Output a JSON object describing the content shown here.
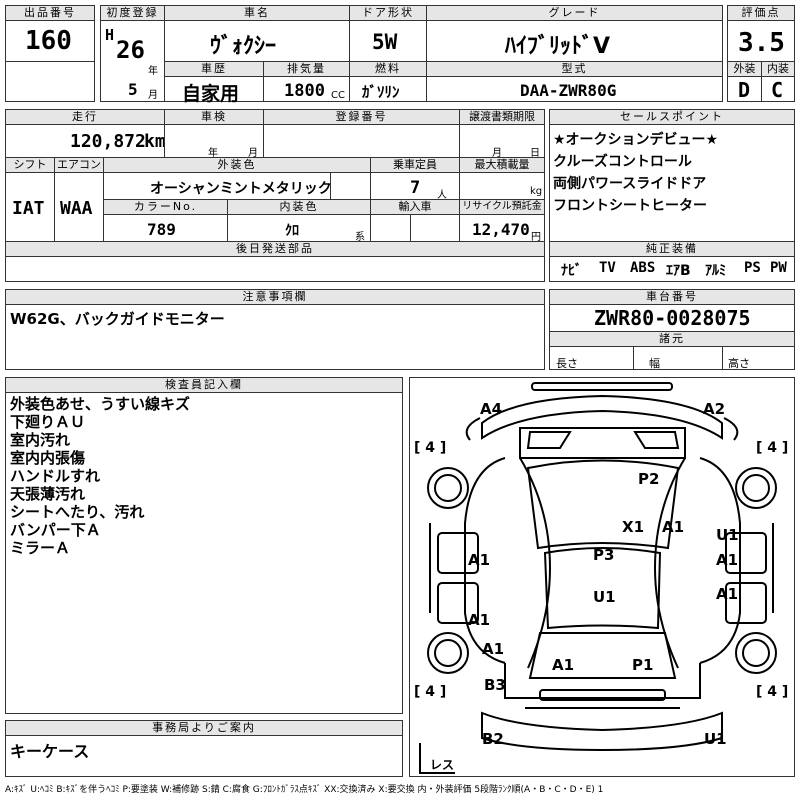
{
  "header": {
    "lot_label": "出品番号",
    "lot_no": "160",
    "first_reg_label": "初度登録",
    "era": "H",
    "year": "26",
    "year_unit": "年",
    "month": "5",
    "month_unit": "月",
    "car_name_label": "車名",
    "car_name": "ｳﾞｫｸｼｰ",
    "history_label": "車歴",
    "history": "自家用",
    "displacement_label": "排気量",
    "displacement": "1800",
    "displacement_unit": "CC",
    "door_label": "ドア形状",
    "door": "5W",
    "fuel_label": "燃料",
    "fuel": "ｶﾞｿﾘﾝ",
    "grade_label": "グレード",
    "grade": "ﾊｲﾌﾞﾘｯﾄﾞV",
    "model_label": "型式",
    "model": "DAA-ZWR80G",
    "score_label": "評価点",
    "score": "3.5",
    "ext_label": "外装",
    "ext": "D",
    "int_label": "内装",
    "int": "C"
  },
  "row2": {
    "mileage_label": "走行",
    "mileage": "120,872",
    "mileage_unit": "km",
    "inspection_label": "車検",
    "insp_year_unit": "年",
    "insp_month_unit": "月",
    "reg_no_label": "登録番号",
    "transfer_label": "譲渡書類期限",
    "transfer_month_unit": "月",
    "transfer_day_unit": "日",
    "shift_label": "シフト",
    "shift": "IAT",
    "ac_label": "エアコン",
    "ac": "WAA",
    "color_label": "外装色",
    "color": "オーシャンミントメタリック",
    "capacity_label": "乗車定員",
    "capacity": "7",
    "capacity_unit": "人",
    "maxload_label": "最大積載量",
    "maxload_unit": "kg",
    "color_no_label": "カラーNo.",
    "color_no": "789",
    "int_color_label": "内装色",
    "int_color": "ｸﾛ",
    "int_color_unit": "系",
    "import_label": "輸入車",
    "recycle_label": "リサイクル預託金",
    "recycle": "12,470",
    "recycle_unit": "円",
    "later_label": "後日発送部品"
  },
  "sales_points": {
    "label": "セールスポイント",
    "items": [
      "★オークションデビュー★",
      "クルーズコントロール",
      "両側パワースライドドア",
      "フロントシートヒーター"
    ]
  },
  "equipment": {
    "label": "純正装備",
    "items": [
      "ﾅﾋﾞ",
      "TV",
      "ABS",
      "ｴｱB",
      "ｱﾙﾐ",
      "PS",
      "PW"
    ]
  },
  "notes": {
    "label": "注意事項欄",
    "text": "W62G、バックガイドモニター"
  },
  "chassis": {
    "label": "車台番号",
    "value": "ZWR80-0028075"
  },
  "specs": {
    "label": "諸元",
    "length": "長さ",
    "width": "幅",
    "height": "高さ"
  },
  "inspector": {
    "label": "検査員記入欄",
    "items": [
      "外装色あせ、うすい線キズ",
      "下廻りＡＵ",
      "室内汚れ",
      "室内内張傷",
      "ハンドルすれ",
      "天張薄汚れ",
      "シートへたり、汚れ",
      "バンパー下Ａ",
      "ミラーＡ"
    ]
  },
  "office": {
    "label": "事務局よりご案内",
    "text": "キーケース"
  },
  "diagram": {
    "a4": "A4",
    "a2": "A2",
    "p2": "P2",
    "x1": "X1",
    "a1_hood_r": "A1",
    "u1_r": "U1",
    "a1_r1": "A1",
    "a1_r2": "A1",
    "a1_l1": "A1",
    "a1_l2": "A1",
    "a1_l3": "A1",
    "p3": "P3",
    "u1_c": "U1",
    "a1_rear": "A1",
    "p1": "P1",
    "b3": "B3",
    "b2": "B2",
    "u1_b": "U1",
    "tire": "4",
    "spare": "レス"
  },
  "legend": "A:ｷｽﾞ U:ﾍｺﾐ B:ｷｽﾞを伴うﾍｺﾐ P:要塗装 W:補修跡 S:錆 C:腐食 G:ﾌﾛﾝﾄｶﾞﾗｽ点ｷｽﾞ XX:交換済み X:要交換 内・外装評価 5段階ﾗﾝｸ順(A・B・C・D・E) 1"
}
